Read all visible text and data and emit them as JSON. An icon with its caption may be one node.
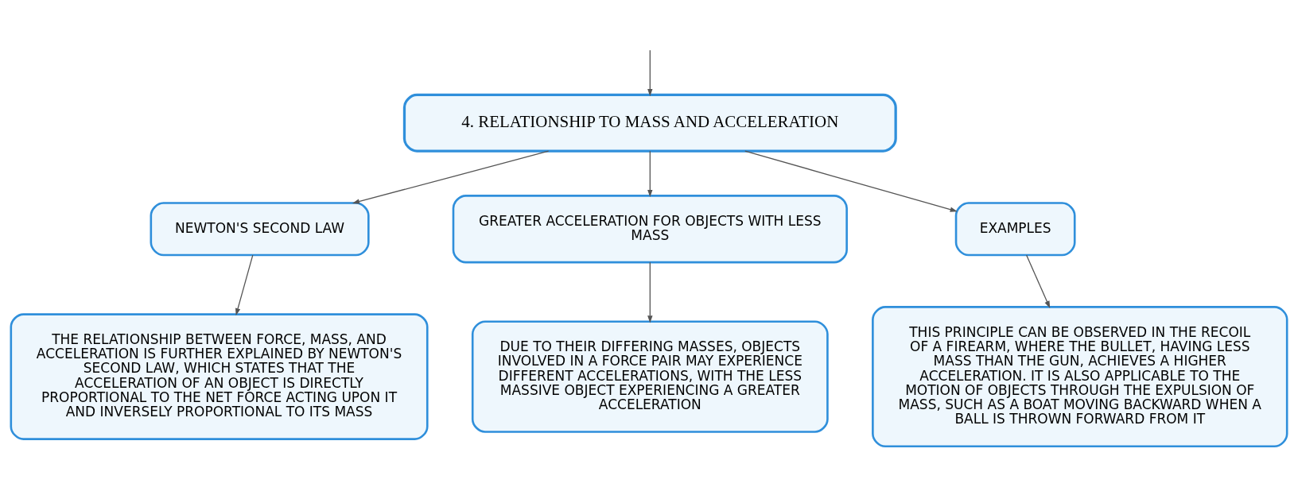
{
  "diagram": {
    "nodes": [
      {
        "text": [
          "4. RELATIONSHIP TO MASS AND ACCELERATION"
        ]
      },
      {
        "text": [
          "NEWTON'S SECOND LAW"
        ]
      },
      {
        "text": [
          "GREATER ACCELERATION FOR OBJECTS WITH LESS MASS"
        ]
      },
      {
        "text": [
          "EXAMPLES"
        ]
      },
      {
        "text": [
          "THE RELATIONSHIP BETWEEN FORCE, MASS, AND ACCELERATION IS FURTHER EXPLAINED BY NEWTON'S SECOND LAW, WHICH STATES THAT THE ACCELERATION OF AN OBJECT IS DIRECTLY PROPORTIONAL TO THE NET FORCE ACTING UPON IT AND INVERSELY PROPORTIONAL TO ITS MASS"
        ]
      },
      {
        "text": [
          "DUE TO THEIR DIFFERING MASSES, OBJECTS INVOLVED IN A FORCE PAIR MAY EXPERIENCE DIFFERENT ACCELERATIONS, WITH THE LESS MASSIVE OBJECT EXPERIENCING A GREATER ACCELERATION"
        ]
      },
      {
        "text": [
          "THIS PRINCIPLE CAN BE OBSERVED IN THE RECOIL OF A FIREARM, WHERE THE BULLET, HAVING LESS MASS THAN THE GUN, ACHIEVES A HIGHER ACCELERATION. IT IS ALSO APPLICABLE TO THE MOTION OF OBJECTS THROUGH THE EXPULSION OF MASS, SUCH AS A BOAT MOVING BACKWARD WHEN A BALL IS THROWN FORWARD FROM IT"
        ]
      }
    ],
    "edges": [
      {
        "from": null,
        "to": 0,
        "arrow": "to"
      },
      {
        "from": 0,
        "to": 1,
        "arrow": "to"
      },
      {
        "from": 0,
        "to": 2,
        "arrow": "to"
      },
      {
        "from": 0,
        "to": 3,
        "arrow": "to"
      },
      {
        "from": 1,
        "to": 4,
        "arrow": "to"
      },
      {
        "from": 2,
        "to": 5,
        "arrow": "to"
      },
      {
        "from": 3,
        "to": 6,
        "arrow": "to"
      }
    ]
  }
}
